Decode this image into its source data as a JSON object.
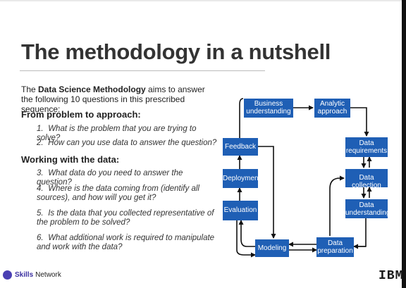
{
  "slide": {
    "title": "The methodology in a nutshell",
    "intro_prefix": "The ",
    "intro_bold": "Data Science Methodology",
    "intro_rest": " aims to answer the following 10 questions in this prescribed sequence:",
    "section1": "From problem to approach:",
    "section2": "Working with the data:",
    "questions": [
      {
        "num": "1.",
        "text": "What is the problem that you are trying to solve?"
      },
      {
        "num": "2.",
        "text": "How can you use data to answer the question?"
      },
      {
        "num": "3.",
        "text": "What data do you need to answer the question?"
      },
      {
        "num": "4.",
        "text": "Where is the data coming from (identify all sources), and how will you get it?"
      },
      {
        "num": "5.",
        "text": "Is the data that you collected representative of the problem to be solved?"
      },
      {
        "num": "6.",
        "text": "What additional work is required to manipulate and work with the data?"
      }
    ]
  },
  "diagram": {
    "box_color": "#1f5fb5",
    "nodes": {
      "business_understanding": "Business understanding",
      "analytic_approach": "Analytic approach",
      "data_requirements": "Data requirements",
      "data_collection": "Data collection",
      "data_understanding": "Data understanding",
      "data_preparation": "Data preparation",
      "modeling": "Modeling",
      "evaluation": "Evaluation",
      "deployment": "Deployment",
      "feedback": "Feedback"
    }
  },
  "footer": {
    "brand_bold": "Skills",
    "brand_rest": "Network",
    "company": "IBM"
  }
}
